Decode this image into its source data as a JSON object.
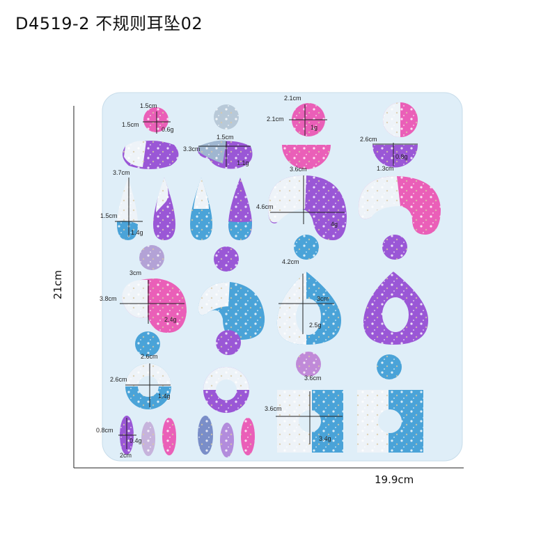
{
  "title": "D4519-2  不规则耳坠02",
  "dimensions": {
    "height": "21cm",
    "width": "19.9cm"
  },
  "colors": {
    "mold": "#dfeef8",
    "pink": "#ea5fb8",
    "purple": "#9a57d6",
    "blue": "#4aa3d8",
    "clear": "#eef3f8",
    "glitter": "#c9b99a"
  },
  "measurements": {
    "circle1": {
      "w": "1.5cm",
      "h": "1.5cm",
      "weight": "0.6g"
    },
    "circle2": {
      "w": "2.1cm",
      "h": "2.1cm",
      "weight": "1g"
    },
    "bean": {
      "w": "3.3cm",
      "h": "1.5cm",
      "weight": "1.1g"
    },
    "half": {
      "w": "2.6cm",
      "h": "1.3cm",
      "weight": "0.8g"
    },
    "drop": {
      "h": "3.7cm",
      "w": "1.5cm",
      "weight": "1.4g"
    },
    "hook": {
      "w": "4.6cm",
      "h": "3.6cm",
      "weight": "4g"
    },
    "blob": {
      "w": "3cm",
      "h": "3.8cm",
      "weight": "2.4g"
    },
    "ringdrop": {
      "h": "4.2cm",
      "w": "3cm",
      "weight": "2.5g"
    },
    "ring": {
      "w": "2.6cm",
      "h": "2.6cm",
      "weight": "1.4g"
    },
    "square": {
      "w": "3.6cm",
      "h": "3.6cm",
      "weight": "3.4g"
    },
    "leaf": {
      "w": "0.8cm",
      "h": "2cm",
      "weight": "0.4g"
    }
  }
}
